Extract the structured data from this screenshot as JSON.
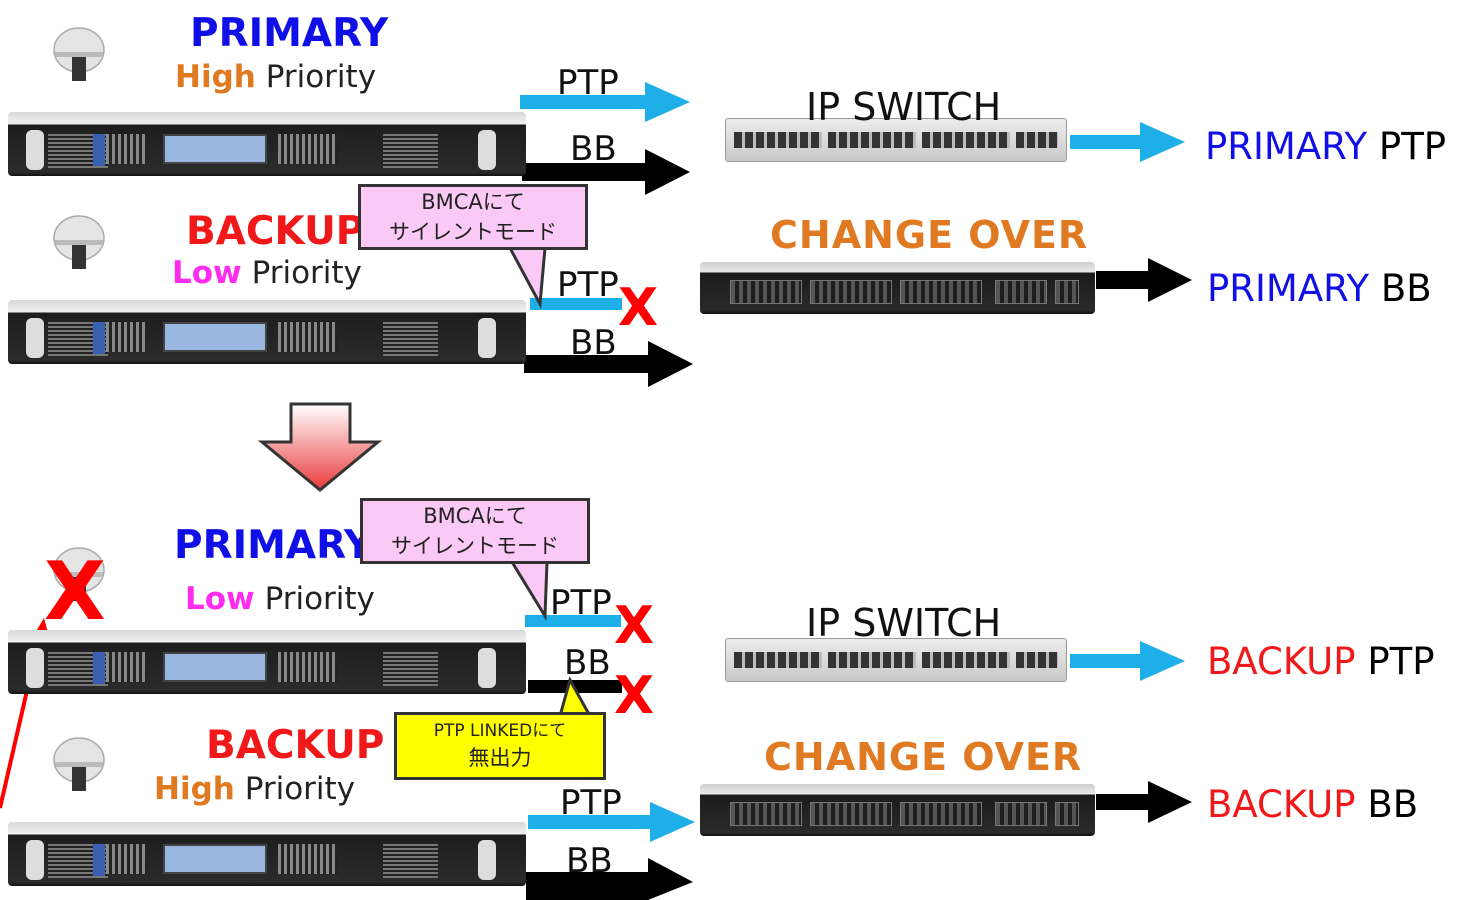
{
  "top": {
    "primary": {
      "role": "PRIMARY",
      "prio_level": "High",
      "prio_word": "Priority"
    },
    "backup": {
      "role": "BACKUP",
      "prio_level": "Low",
      "prio_word": "Priority"
    },
    "ptp_label": "PTP",
    "bb_label": "BB",
    "callout": {
      "line1": "BMCAにて",
      "line2": "サイレントモード"
    },
    "ip_switch": "IP SWITCH",
    "change_over": "CHANGE OVER",
    "out_ptp": {
      "role": "PRIMARY",
      "signal": "PTP"
    },
    "out_bb": {
      "role": "PRIMARY",
      "signal": "BB"
    }
  },
  "bottom": {
    "primary": {
      "role": "PRIMARY",
      "prio_level": "Low",
      "prio_word": "Priority"
    },
    "backup": {
      "role": "BACKUP",
      "prio_level": "High",
      "prio_word": "Priority"
    },
    "ptp_label": "PTP",
    "bb_label": "BB",
    "callout": {
      "line1": "BMCAにて",
      "line2": "サイレントモード"
    },
    "callout2": {
      "line1": "PTP LINKEDにて",
      "line2": "無出力"
    },
    "ip_switch": "IP SWITCH",
    "change_over": "CHANGE OVER",
    "out_ptp": {
      "role": "BACKUP",
      "signal": "PTP"
    },
    "out_bb": {
      "role": "BACKUP",
      "signal": "BB"
    }
  },
  "colors": {
    "primary": "#1010e6",
    "backup": "#f01818",
    "high": "#e07a22",
    "low": "#ff2cf0",
    "ptp_arrow": "#1eaee8",
    "bb_arrow": "#000000",
    "fail_x": "#ff0000",
    "callout_pink": "#fbc9f6",
    "callout_yellow": "#ffff00",
    "change_over": "#e07a22"
  },
  "icons": {
    "gnss": "gnss-antenna-icon",
    "fail": "fail-x-icon",
    "down_arrow": "down-arrow-icon"
  }
}
